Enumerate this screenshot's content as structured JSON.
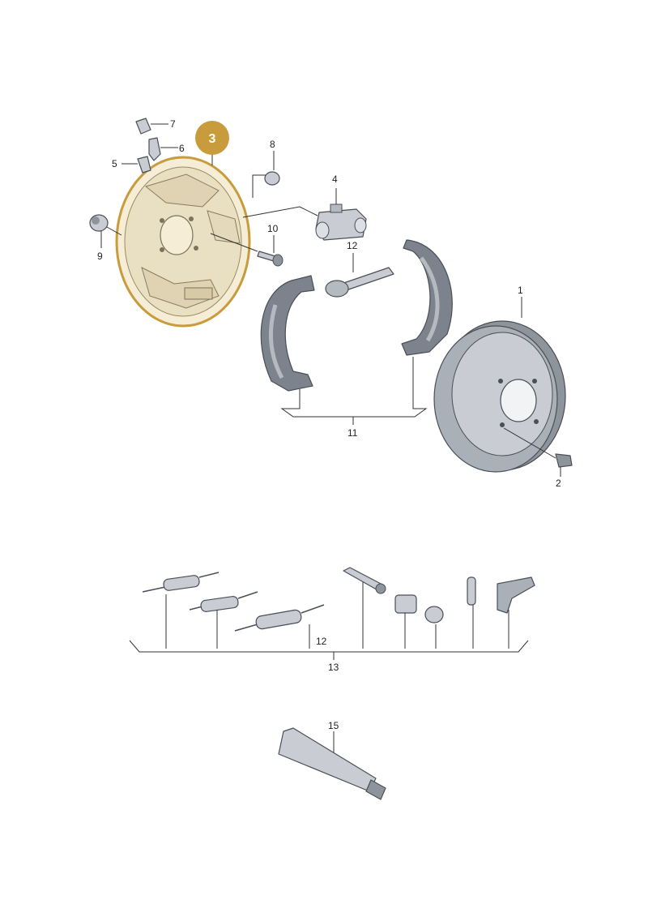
{
  "colors": {
    "highlight": "#c89b3c",
    "highlight_fill": "#f5edd6",
    "part_fill": "#c9ccd2",
    "part_dark": "#8e949c",
    "leader": "#333333",
    "badge": "#c89b3c"
  },
  "selected_callout": "3",
  "callouts": {
    "c1": "1",
    "c2": "2",
    "c3": "3",
    "c4": "4",
    "c5": "5",
    "c6": "6",
    "c7": "7",
    "c8": "8",
    "c9": "9",
    "c10": "10",
    "c11": "11",
    "c12_top": "12",
    "c12_kit": "12",
    "c13": "13",
    "c15": "15"
  }
}
